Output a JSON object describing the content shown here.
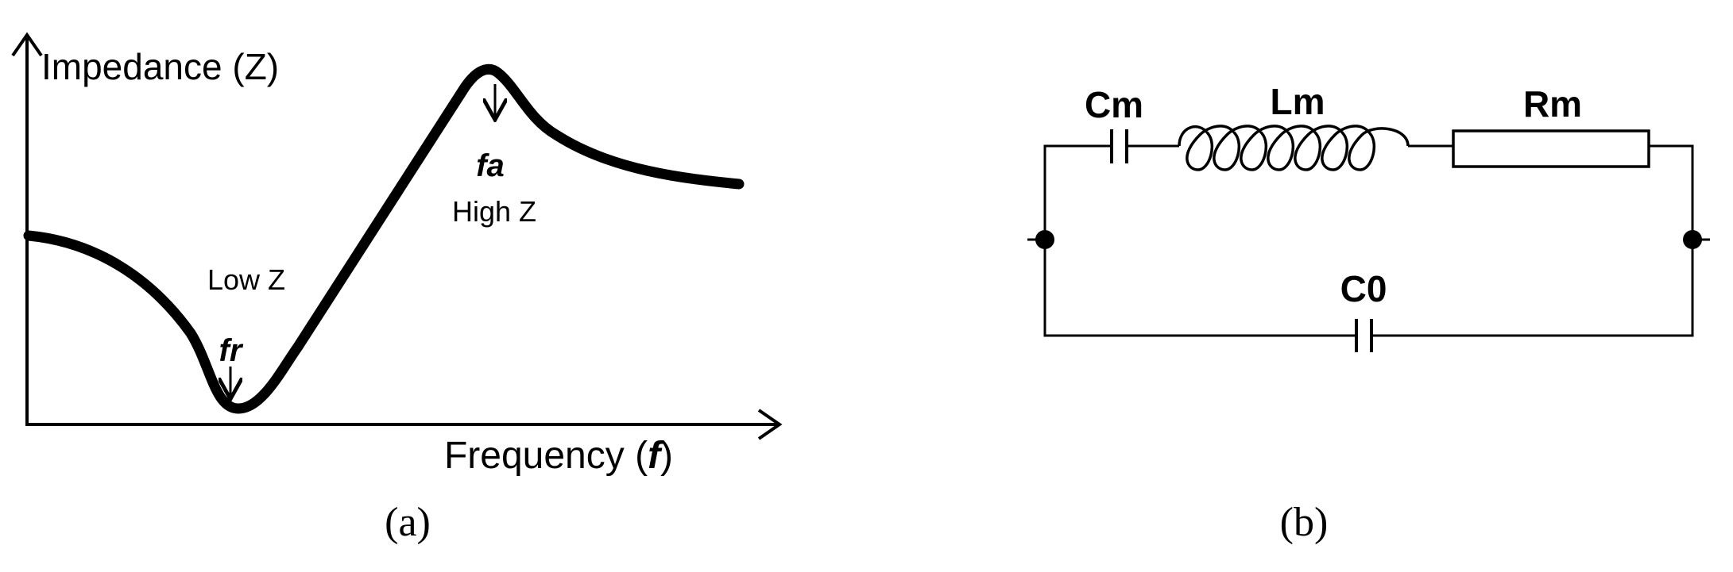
{
  "panel_a": {
    "y_axis_label": "Impedance (Z)",
    "x_axis_label_prefix": "Frequency (",
    "x_axis_label_var": "f",
    "x_axis_label_suffix": ")",
    "resonance": {
      "label": "fr",
      "note": "Low Z"
    },
    "antiresonance": {
      "label": "fa",
      "note": "High Z"
    },
    "caption": "(a)"
  },
  "panel_b": {
    "components": {
      "cm": "Cm",
      "lm": "Lm",
      "rm": "Rm",
      "c0": "C0"
    },
    "caption": "(b)"
  }
}
